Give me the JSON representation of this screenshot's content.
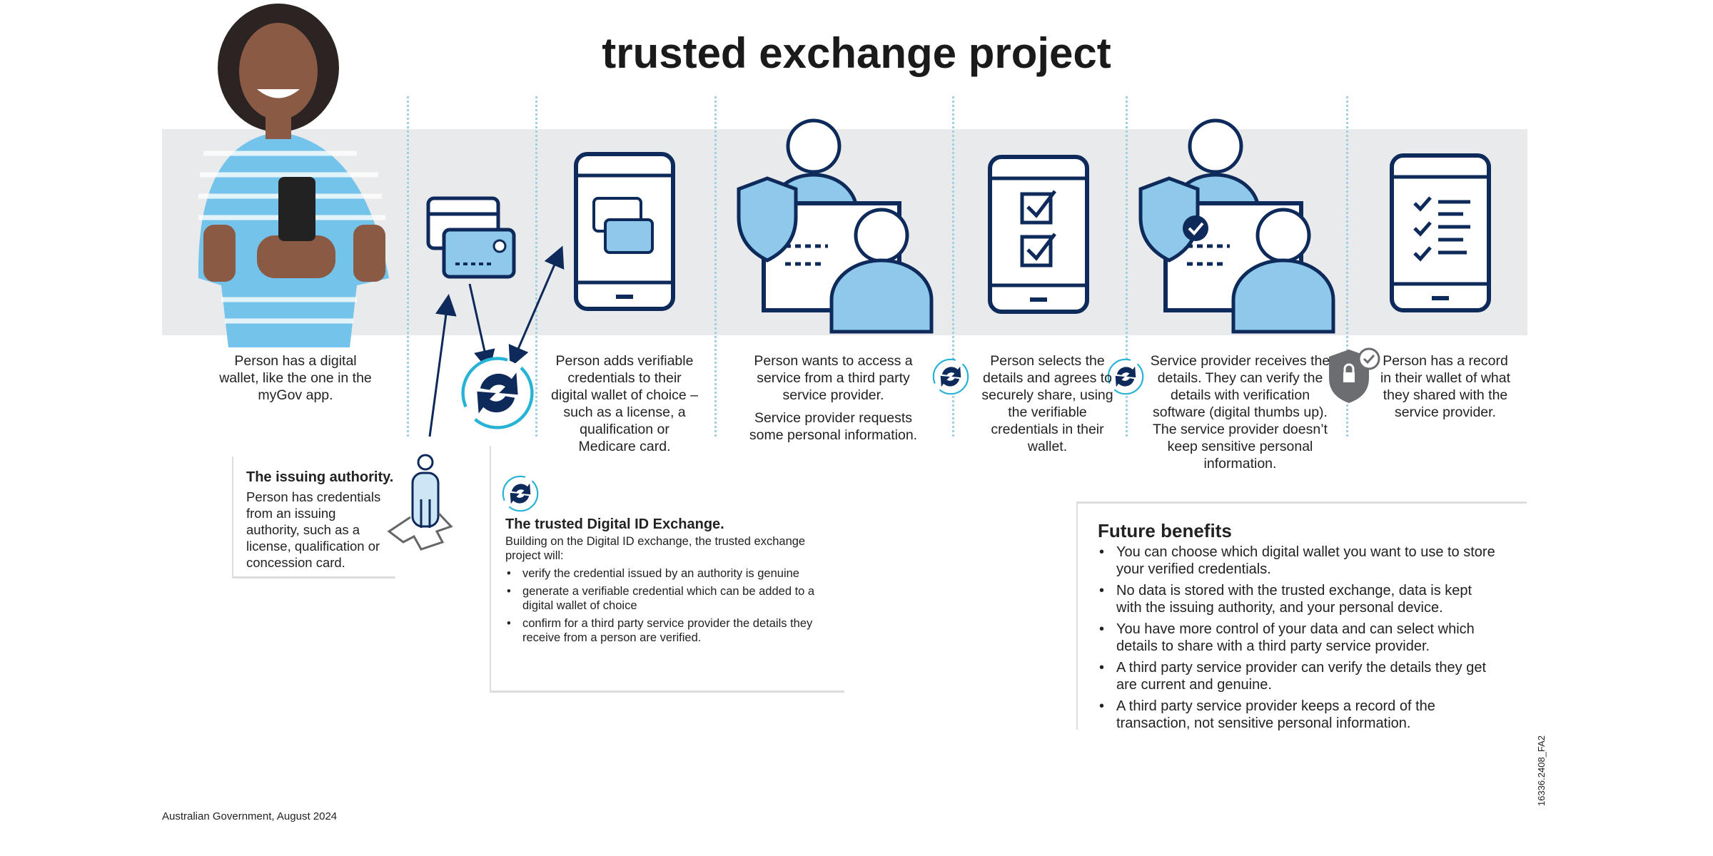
{
  "title": "trusted exchange project",
  "steps": [
    {
      "text": [
        "Person has a digital wallet, like the one in the myGov app."
      ]
    },
    {
      "text": [
        "Person adds verifiable credentials to their digital wallet of choice – such as a license, a qualification or Medicare card."
      ]
    },
    {
      "text": [
        "Person wants to access a service from a third party service provider.",
        "Service provider requests some personal information."
      ]
    },
    {
      "text": [
        "Person selects the details and agrees to securely share, using the verifiable credentials in their wallet."
      ]
    },
    {
      "text": [
        "Service provider receives the details. They can verify the details with verification software (digital thumbs up). The service provider doesn’t keep sensitive personal information."
      ]
    },
    {
      "text": [
        "Person has a record in their wallet of what they shared with the service provider."
      ]
    }
  ],
  "issuing_authority": {
    "title": "The issuing authority.",
    "text": "Person has credentials from an issuing authority, such as a license, qualification or concession card."
  },
  "digital_id": {
    "title": "The trusted Digital ID Exchange.",
    "intro": "Building on the Digital ID exchange, the trusted exchange project will:",
    "items": [
      "verify the credential issued by an authority is genuine",
      "generate a verifiable credential which can be added to a digital wallet of choice",
      "confirm for a third party service provider the details they receive from a person are verified."
    ]
  },
  "future_benefits": {
    "title": "Future benefits",
    "items": [
      "You can choose which digital wallet you want to use to store your verified credentials.",
      "No data is stored with the trusted exchange, data is kept with the issuing authority, and your personal device.",
      "You have more control of your data and can select which details to share with a third party service provider.",
      "A third party service provider can verify the details they get are current and genuine.",
      "A third party service provider keeps a record of the transaction, not sensitive personal information."
    ]
  },
  "footer": "Australian Government, August 2024",
  "code": "16336.2408_FA2",
  "colors": {
    "navy": "#0e2a5a",
    "light_blue": "#8ec9ec",
    "cyan": "#27b3d6",
    "band": "#e9eaec"
  }
}
